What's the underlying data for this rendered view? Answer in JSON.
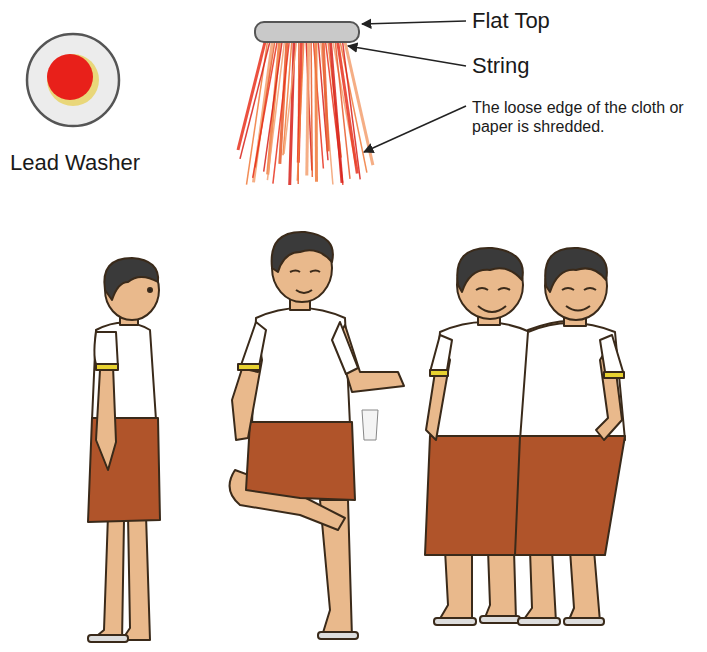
{
  "diagram": {
    "labels": [
      "Lead Washer",
      "Flat Top",
      "String",
      "The loose edge of the cloth or paper is shredded."
    ]
  }
}
